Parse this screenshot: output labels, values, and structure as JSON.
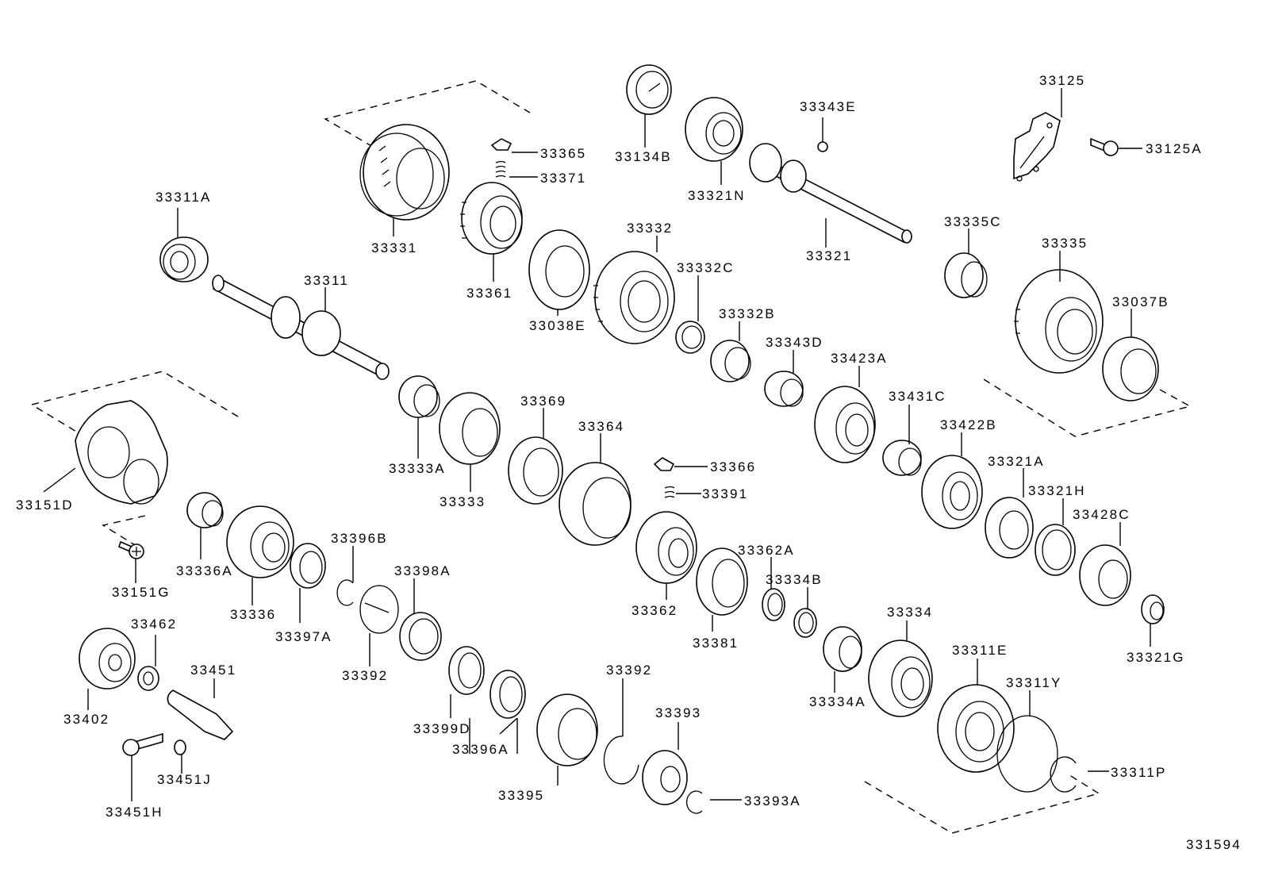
{
  "diagram": {
    "title": "Transmission gear assembly exploded view",
    "figure_number": "331594",
    "line_color": "#000000",
    "background": "#ffffff"
  },
  "parts": [
    {
      "id": "33311A"
    },
    {
      "id": "33331"
    },
    {
      "id": "33365"
    },
    {
      "id": "33371"
    },
    {
      "id": "33134B"
    },
    {
      "id": "33321N"
    },
    {
      "id": "33343E"
    },
    {
      "id": "33125"
    },
    {
      "id": "33125A"
    },
    {
      "id": "33311"
    },
    {
      "id": "33361"
    },
    {
      "id": "33038E"
    },
    {
      "id": "33332"
    },
    {
      "id": "33332C"
    },
    {
      "id": "33321"
    },
    {
      "id": "33335C"
    },
    {
      "id": "33335"
    },
    {
      "id": "33037B"
    },
    {
      "id": "33332B"
    },
    {
      "id": "33343D"
    },
    {
      "id": "33423A"
    },
    {
      "id": "33431C"
    },
    {
      "id": "33422B"
    },
    {
      "id": "33321A"
    },
    {
      "id": "33321H"
    },
    {
      "id": "33428C"
    },
    {
      "id": "33321G"
    },
    {
      "id": "33151D"
    },
    {
      "id": "33151G"
    },
    {
      "id": "33333A"
    },
    {
      "id": "33333"
    },
    {
      "id": "33369"
    },
    {
      "id": "33364"
    },
    {
      "id": "33366"
    },
    {
      "id": "33391"
    },
    {
      "id": "33362"
    },
    {
      "id": "33381"
    },
    {
      "id": "33362A"
    },
    {
      "id": "33334B"
    },
    {
      "id": "33334"
    },
    {
      "id": "33334A"
    },
    {
      "id": "33336A"
    },
    {
      "id": "33336"
    },
    {
      "id": "33397A"
    },
    {
      "id": "33396B"
    },
    {
      "id": "33392"
    },
    {
      "id": "33398A"
    },
    {
      "id": "33399D"
    },
    {
      "id": "33396A"
    },
    {
      "id": "33395"
    },
    {
      "id": "33392"
    },
    {
      "id": "33393"
    },
    {
      "id": "33393A"
    },
    {
      "id": "33311E"
    },
    {
      "id": "33311Y"
    },
    {
      "id": "33311P"
    },
    {
      "id": "33402"
    },
    {
      "id": "33462"
    },
    {
      "id": "33451"
    },
    {
      "id": "33451J"
    },
    {
      "id": "33451H"
    }
  ]
}
